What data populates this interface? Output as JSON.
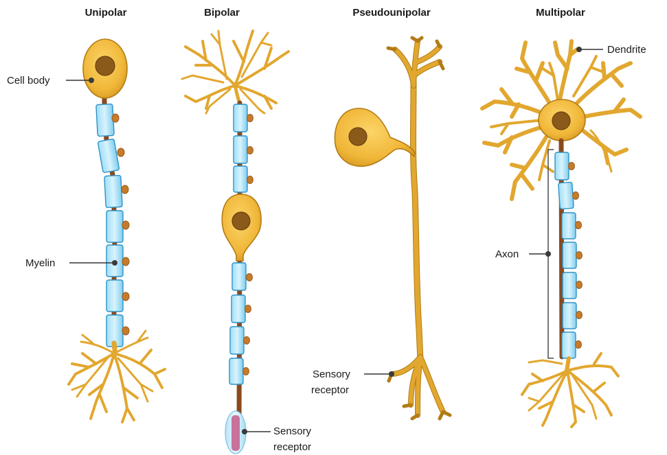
{
  "titles": {
    "unipolar": "Unipolar",
    "bipolar": "Bipolar",
    "pseudounipolar": "Pseudounipolar",
    "multipolar": "Multipolar"
  },
  "labels": {
    "cell_body": "Cell body",
    "myelin": "Myelin",
    "sensory_receptor_bipolar_line1": "Sensory",
    "sensory_receptor_bipolar_line2": "receptor",
    "sensory_receptor_pseudo_line1": "Sensory",
    "sensory_receptor_pseudo_line2": "receptor",
    "dendrite": "Dendrite",
    "axon": "Axon"
  },
  "colors": {
    "soma": "#f0b739",
    "nucleus": "#8b5a1a",
    "myelin": "#7fd0f2",
    "axon": "#8a4a1e",
    "node": "#c77b2a",
    "receptor": "#c35a8a"
  }
}
